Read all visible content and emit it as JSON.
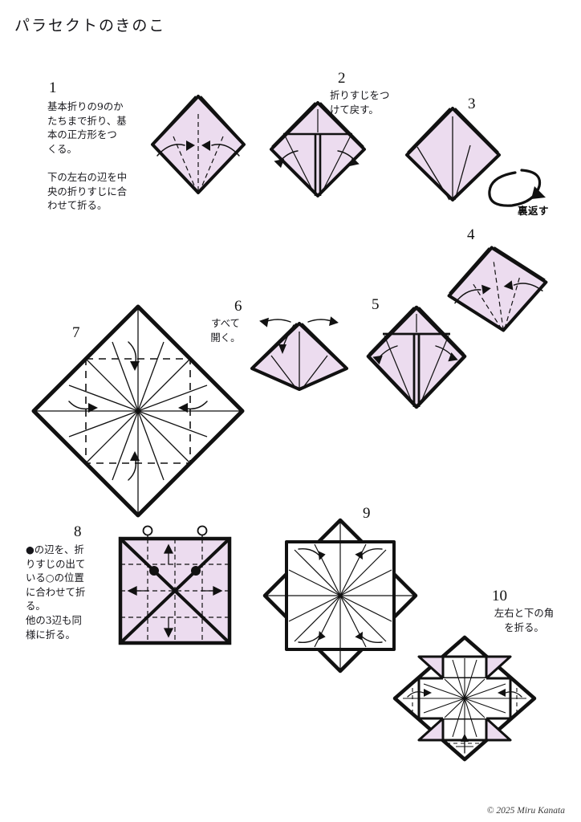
{
  "document": {
    "title": "パラセクトのきのこ",
    "copyright": "© 2025 Miru Kanata",
    "paper_color": "#ecdcef",
    "line_color": "#111111",
    "background": "#ffffff"
  },
  "steps": [
    {
      "number": "1",
      "caption": "基本折りの9のか\nたちまで折り、基\n本の正方形をつ\nくる。\n\n下の左右の辺を中\n央の折りすじに合\nわせて折る。",
      "figure": "filled-diamond-with-converging-arrows"
    },
    {
      "number": "2",
      "caption": "折りすじをつ\nけて戻す。",
      "figure": "filled-diamond-kite-with-diverging-arrows"
    },
    {
      "number": "3",
      "caption": "",
      "figure": "filled-diamond-plain-creases"
    },
    {
      "number": "4",
      "caption": "",
      "figure": "filled-diamond-with-converging-arrows"
    },
    {
      "number": "5",
      "caption": "",
      "figure": "filled-diamond-kite-with-diverging-arrows"
    },
    {
      "number": "6",
      "caption": "すべて\n開く。",
      "figure": "filled-diamond-open-all-arrows"
    },
    {
      "number": "7",
      "caption": "",
      "figure": "large-white-diamond-radial-creases"
    },
    {
      "number": "8",
      "caption": "●の辺を、折\nりすじの出て\nいる○の位置\nに合わせて折\nる。\n他の3辺も同\n様に折る。",
      "figure": "filled-square-with-x-diagonals-dots-and-circles"
    },
    {
      "number": "9",
      "caption": "",
      "figure": "eight-pointed-star-with-radial-creases"
    },
    {
      "number": "10",
      "caption": "左右と下の角\nを折る。",
      "figure": "diamond-with-four-corner-flaps"
    }
  ],
  "annotations": {
    "flip_over": "裏返す"
  }
}
